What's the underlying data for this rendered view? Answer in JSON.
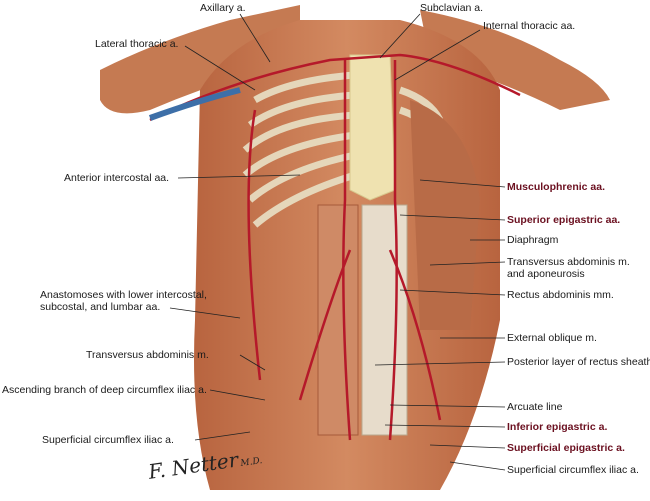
{
  "image": {
    "labels": {
      "axillary": "Axillary a.",
      "subclavian": "Subclavian a.",
      "lateral_thoracic": "Lateral thoracic a.",
      "internal_thoracic": "Internal thoracic aa.",
      "anterior_intercostal": "Anterior intercostal aa.",
      "musculophrenic": "Musculophrenic aa.",
      "superior_epigastric": "Superior epigastric aa.",
      "diaphragm": "Diaphragm",
      "transversus_aponeurosis_1": "Transversus abdominis m.",
      "transversus_aponeurosis_2": "and aponeurosis",
      "anastomoses_1": "Anastomoses with lower intercostal,",
      "anastomoses_2": "subcostal, and lumbar aa.",
      "rectus": "Rectus abdominis mm.",
      "external_oblique": "External oblique m.",
      "transversus": "Transversus abdominis m.",
      "posterior_layer": "Posterior layer of rectus sheath",
      "ascending_branch": "Ascending branch of deep circumflex iliac a.",
      "arcuate": "Arcuate line",
      "inferior_epigastric": "Inferior epigastric a.",
      "superficial_circumflex_left": "Superficial circumflex iliac a.",
      "superficial_epigastric": "Superficial epigastric a.",
      "superficial_circumflex_right": "Superficial circumflex iliac a."
    },
    "signature": {
      "name": "F. Netter",
      "suffix": "M.D."
    },
    "colors": {
      "muscle": "#c7774f",
      "artery": "#b5192a",
      "vein": "#3d6fa8",
      "bone": "#efe2b0",
      "accent": "#6b1020"
    }
  }
}
